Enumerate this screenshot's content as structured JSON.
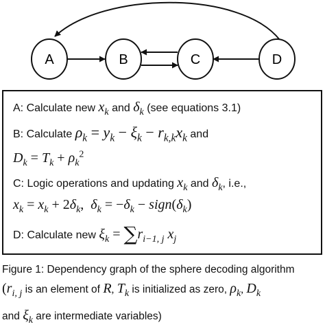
{
  "nodes": {
    "a": "A",
    "b": "B",
    "c": "C",
    "d": "D"
  },
  "description": {
    "line_a": {
      "text": "A: Calculate new",
      "and": "and",
      "see": "(see equations 3.1)"
    },
    "line_b": {
      "text": "B: Calculate",
      "and": "and"
    },
    "line_c": {
      "text": "C: Logic operations and updating",
      "and": "and",
      "ie": ", i.e.,"
    },
    "line_d": {
      "text": "D: Calculate new"
    }
  },
  "caption": {
    "line1": "Figure 1: Dependency graph of the sphere decoding algorithm",
    "line2_a": "is an element of",
    "line2_b": "is initialized as zero,",
    "line3_a": "and",
    "line3_b": "are intermediate variables)"
  }
}
